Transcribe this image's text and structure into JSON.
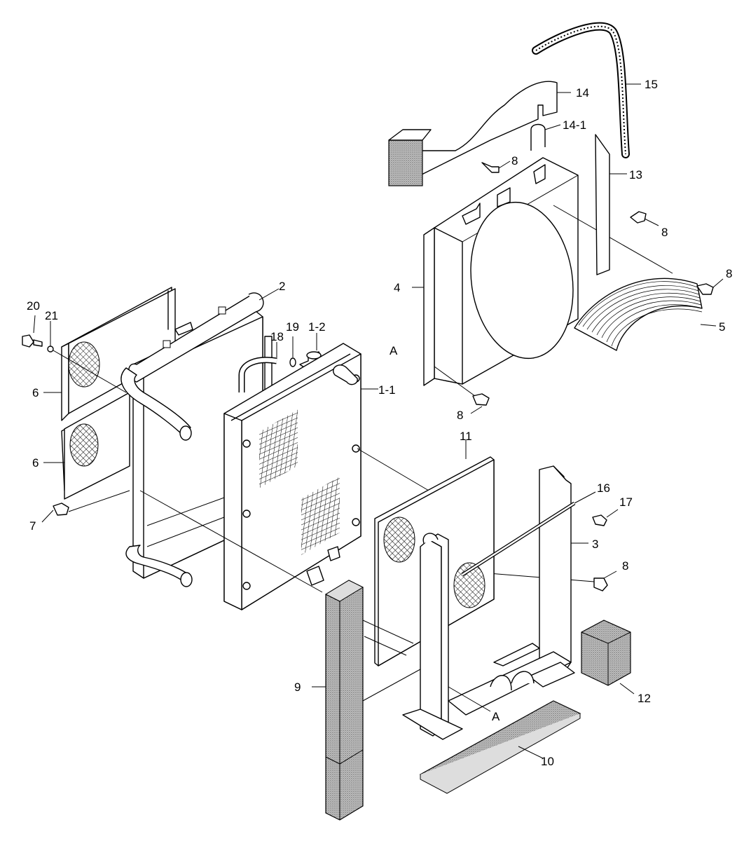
{
  "callouts": {
    "c20": "20",
    "c21": "21",
    "c6a": "6",
    "c6b": "6",
    "c7": "7",
    "c2": "2",
    "c18": "18",
    "c19": "19",
    "c1_2": "1-2",
    "c1_1": "1-1",
    "c4": "4",
    "cA1": "A",
    "c8a": "8",
    "c8b": "8",
    "c8c": "8",
    "c8d": "8",
    "c8e": "8",
    "c5": "5",
    "c14": "14",
    "c14_1": "14-1",
    "c15": "15",
    "c13": "13",
    "c11": "11",
    "c16": "16",
    "c17": "17",
    "c3": "3",
    "c9": "9",
    "c12": "12",
    "c10": "10",
    "cA2": "A"
  },
  "colors": {
    "line": "#000000",
    "foam": "#9a9a9a",
    "background": "#ffffff"
  }
}
